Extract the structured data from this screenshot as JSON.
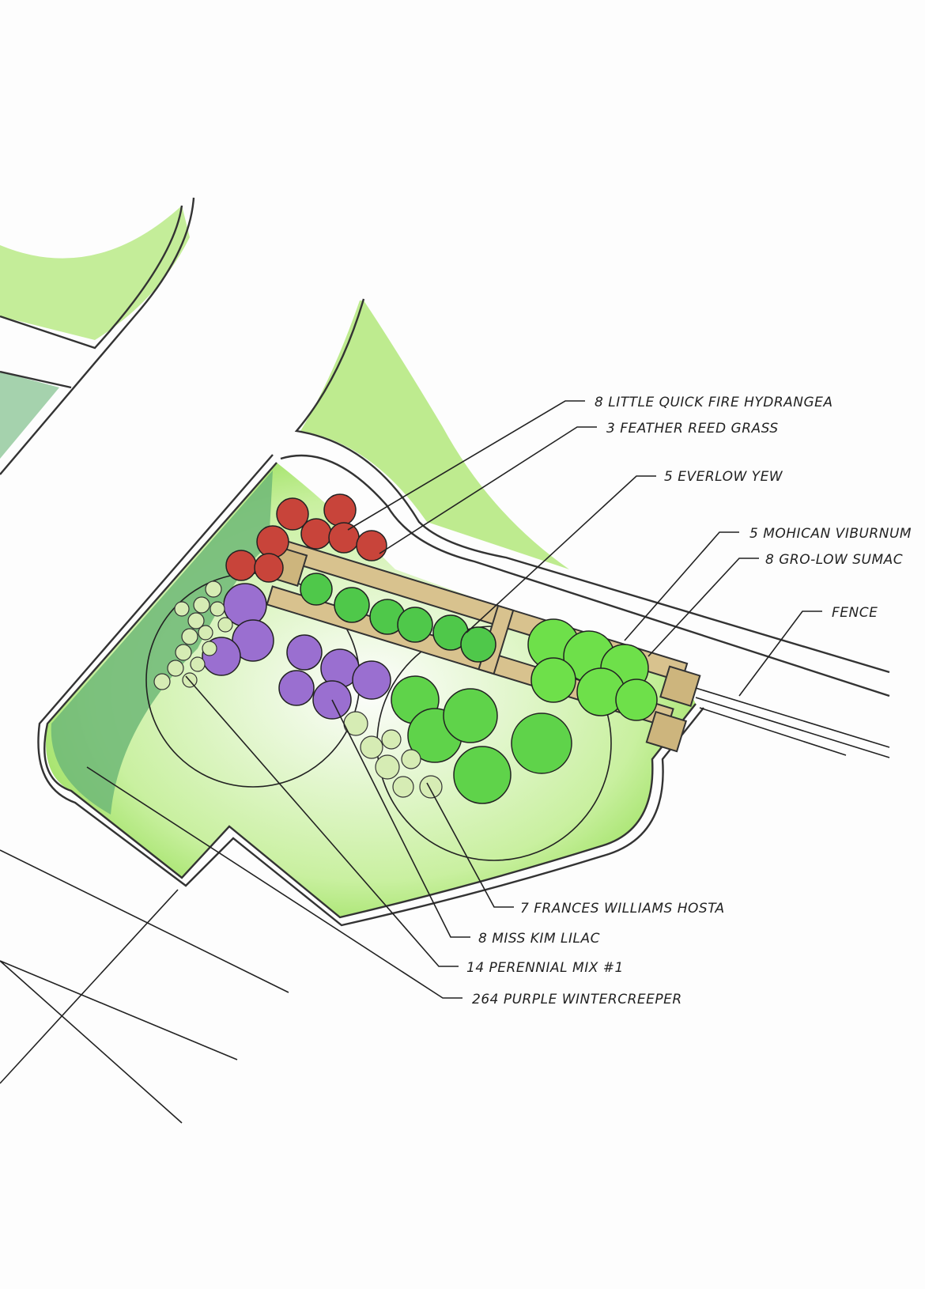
{
  "plan": {
    "colors": {
      "lawn": "#9ee05a",
      "groundcover": "#5fae6a",
      "hydrangea": "#c8443a",
      "lilac": "#9a6fd0",
      "shrub": "#5fd34a",
      "hosta": "#d6ecb4",
      "fence": "#d8c28e",
      "shadow": "#2638b8"
    },
    "labels": [
      {
        "text": "8 LITTLE QUICK FIRE HYDRANGEA"
      },
      {
        "text": "3 FEATHER REED GRASS"
      },
      {
        "text": "5 EVERLOW YEW"
      },
      {
        "text": "5 MOHICAN VIBURNUM"
      },
      {
        "text": "8 GRO-LOW SUMAC"
      },
      {
        "text": "FENCE"
      },
      {
        "text": "7 FRANCES WILLIAMS HOSTA"
      },
      {
        "text": "8 MISS KIM LILAC"
      },
      {
        "text": "14 PERENNIAL MIX #1"
      },
      {
        "text": "264 PURPLE WINTERCREEPER"
      }
    ]
  }
}
